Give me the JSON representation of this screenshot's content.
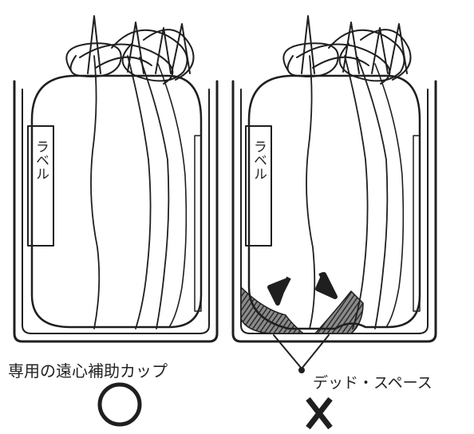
{
  "left_panel": {
    "tube_label": "ラベル",
    "caption": "専用の遠心補助カップ",
    "verdict_mark": "○"
  },
  "right_panel": {
    "tube_label": "ラベル",
    "callout": "デッド・スペース",
    "verdict_mark": "X"
  },
  "colors": {
    "ink": "#1f1f1f",
    "hatch": "#4a4a4a",
    "background": "#ffffff"
  }
}
